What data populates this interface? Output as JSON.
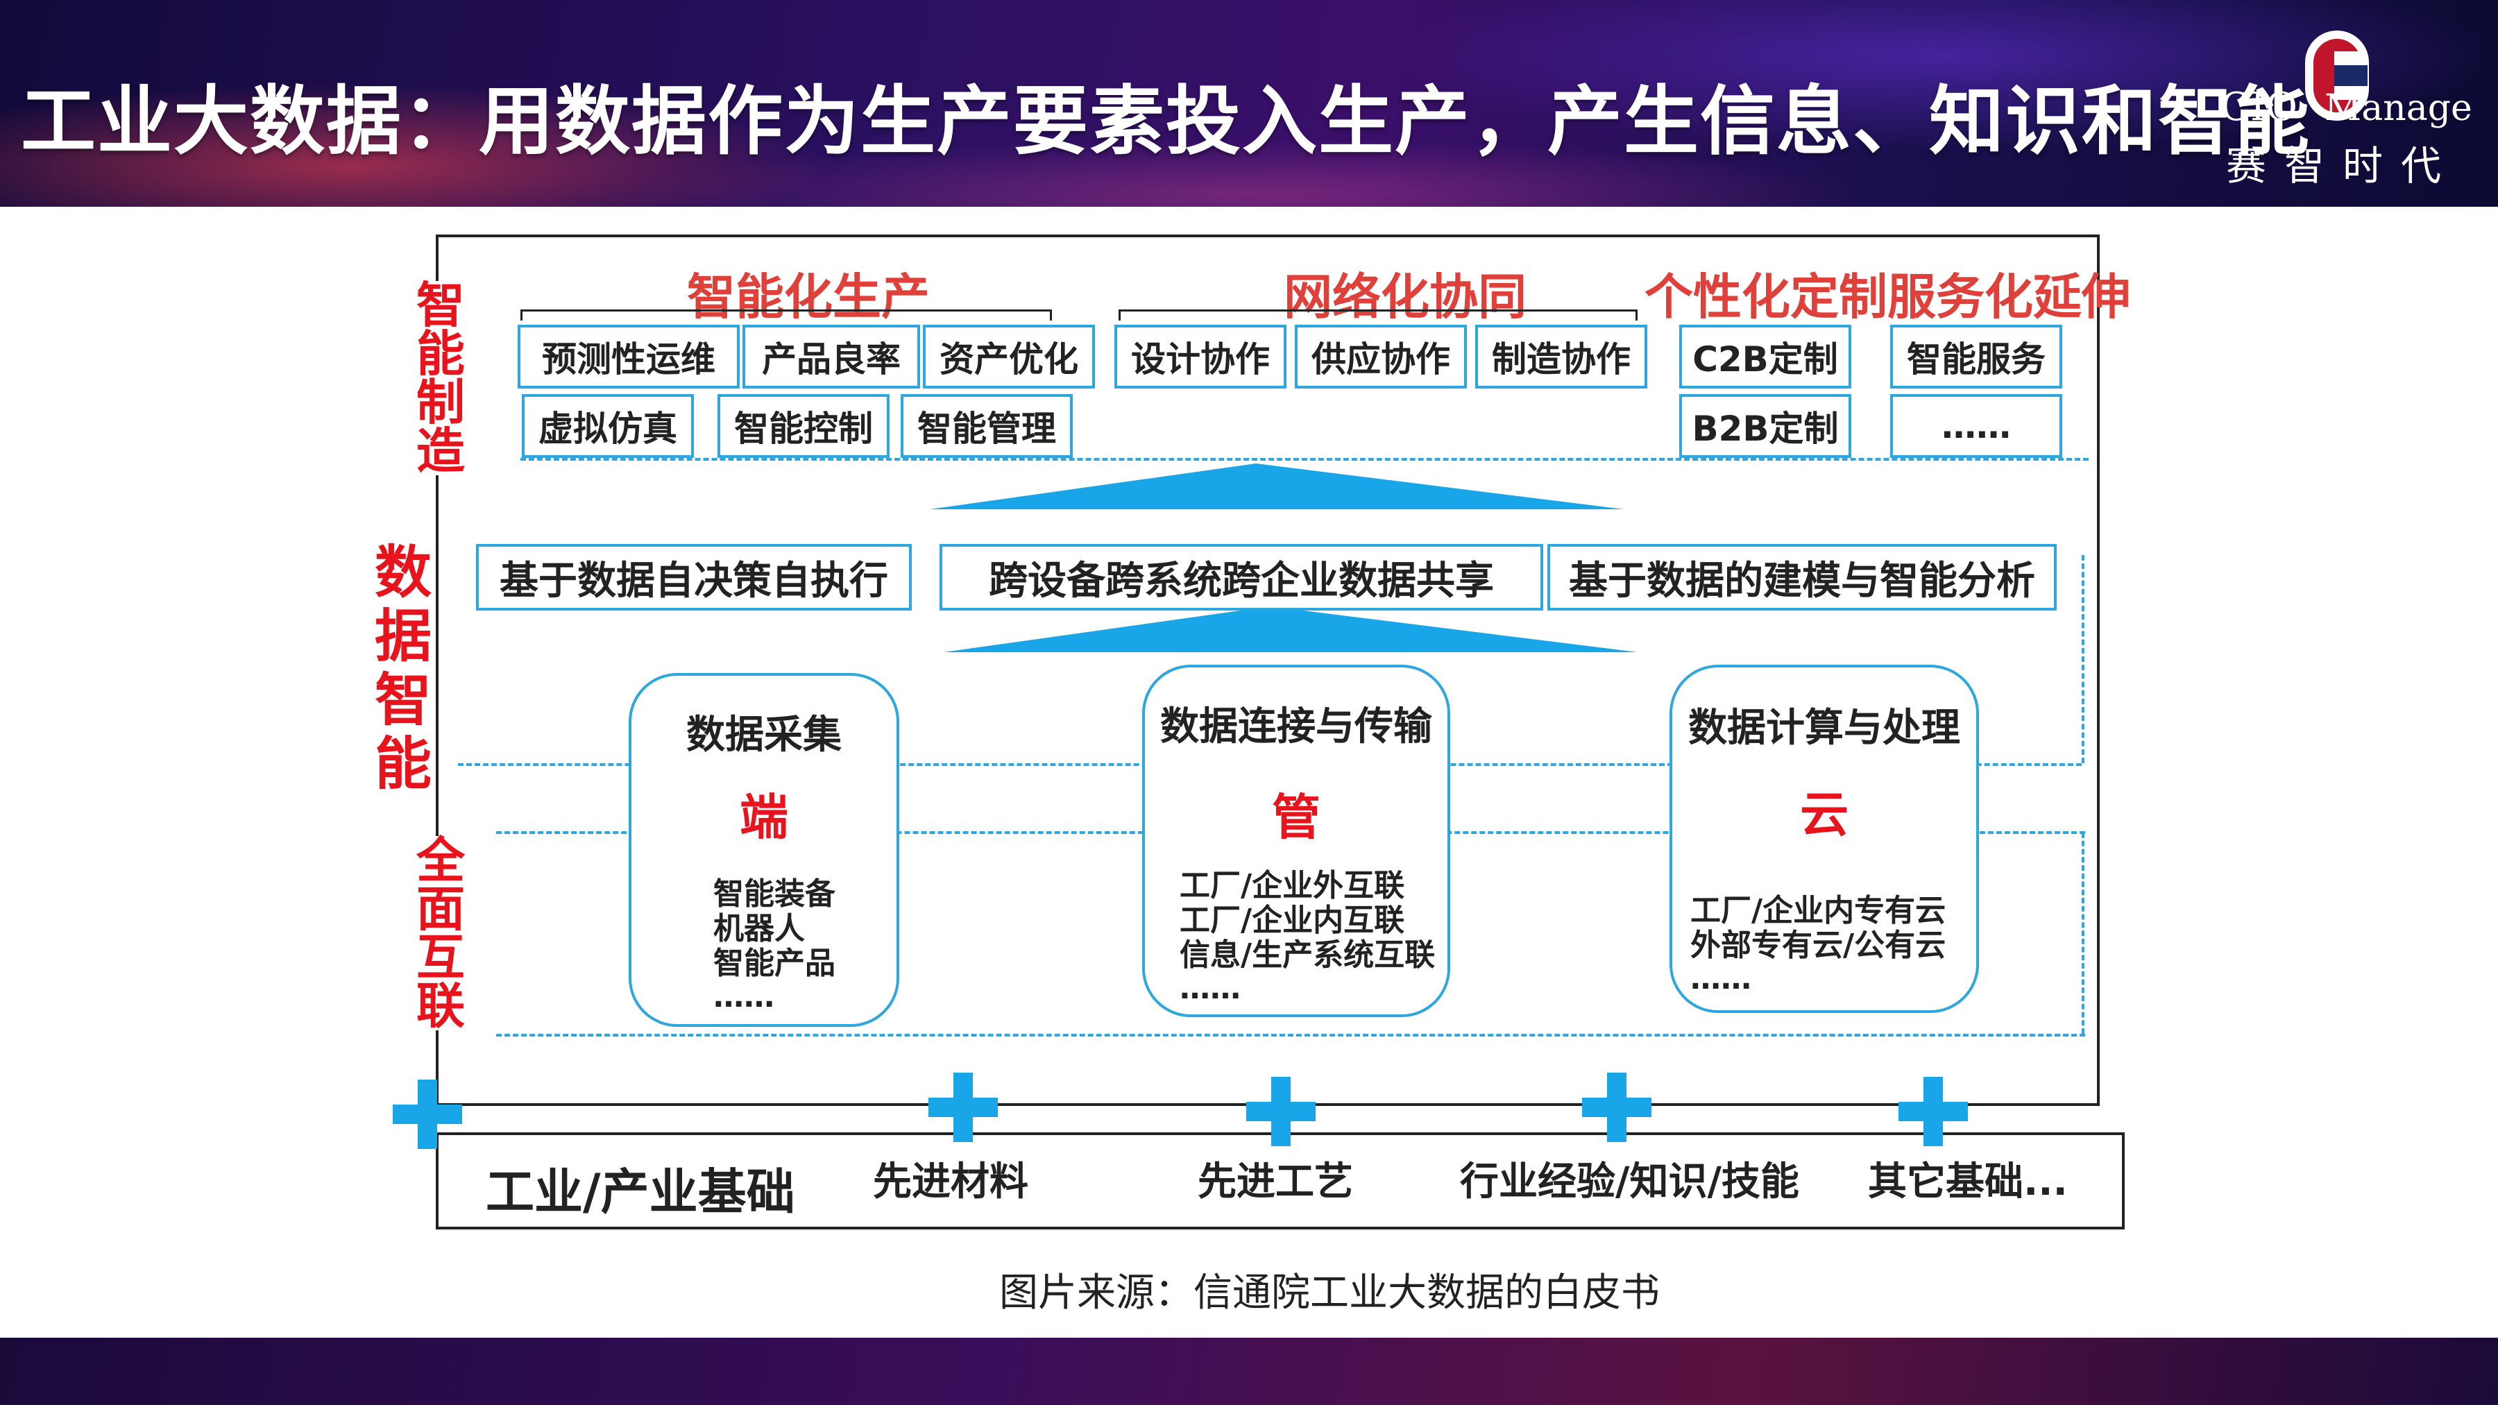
{
  "header": {
    "title": "工业大数据：用数据作为生产要素投入生产，产生信息、知识和智能",
    "logo": {
      "cio": "CIO",
      "manage": "Manage",
      "cn": "赛智时代"
    }
  },
  "layers": {
    "top": "智能制造",
    "middle": "数据智能",
    "bottom": "全面互联"
  },
  "sections": {
    "s1": "智能化生产",
    "s2": "网络化协同",
    "s3": "个性化定制服务化延伸"
  },
  "boxes": {
    "b1": "预测性运维",
    "b2": "产品良率",
    "b3": "资产优化",
    "b4": "虚拟仿真",
    "b5": "智能控制",
    "b6": "智能管理",
    "b7": "设计协作",
    "b8": "供应协作",
    "b9": "制造协作",
    "b10": "C2B定制",
    "b11": "智能服务",
    "b12": "B2B定制",
    "b13": "……"
  },
  "middle_boxes": {
    "m1": "基于数据自决策自执行",
    "m2": "跨设备跨系统跨企业数据共享",
    "m3": "基于数据的建模与智能分析"
  },
  "pills": {
    "p1": {
      "title": "数据采集",
      "key": "端",
      "items": [
        "智能装备",
        "机器人",
        "智能产品",
        "……"
      ]
    },
    "p2": {
      "title": "数据连接与传输",
      "key": "管",
      "items": [
        "工厂/企业外互联",
        "工厂/企业内互联",
        "信息/生产系统互联",
        "……"
      ]
    },
    "p3": {
      "title": "数据计算与处理",
      "key": "云",
      "items": [
        "工厂/企业内专有云",
        "外部专有云/公有云",
        "……"
      ]
    }
  },
  "base": {
    "lead": "工业/产业基础",
    "items": [
      "先进材料",
      "先进工艺",
      "行业经验/知识/技能",
      "其它基础..."
    ]
  },
  "source": "图片来源：信通院工业大数据的白皮书",
  "colors": {
    "accent_blue": "#2ea6e0",
    "plus_blue": "#18a6e8",
    "red": "#e8141d"
  }
}
